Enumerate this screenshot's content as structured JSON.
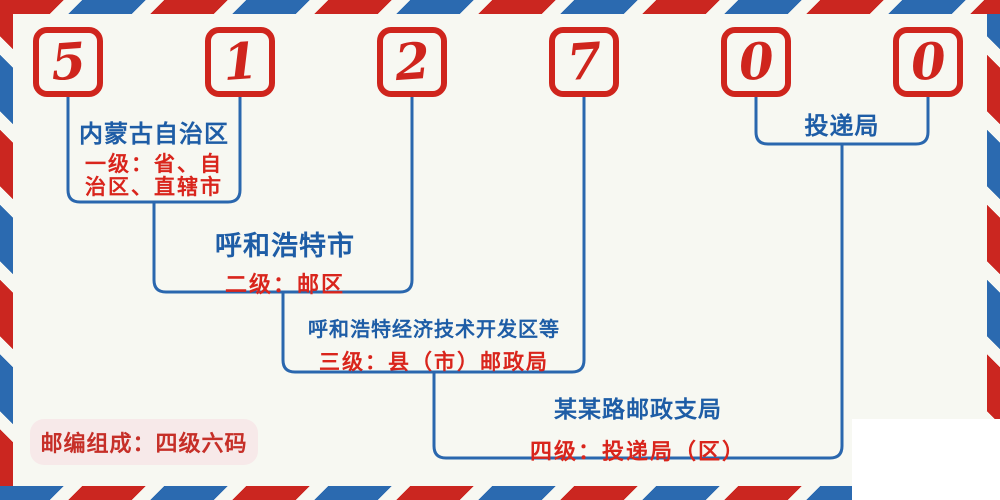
{
  "postal_code": {
    "digits": [
      "5",
      "1",
      "2",
      "7",
      "0",
      "0"
    ]
  },
  "levels": [
    {
      "name": "内蒙古自治区",
      "desc": "一级：省、自\n治区、直辖市"
    },
    {
      "name": "呼和浩特市",
      "desc": "二级：邮区"
    },
    {
      "name": "呼和浩特经济技术开发区等",
      "desc": "三级：县（市）邮政局"
    },
    {
      "name": "某某路邮政支局",
      "desc": "四级：投递局（区）"
    }
  ],
  "delivery_office": {
    "label": "投递局"
  },
  "footnote": {
    "text": "邮编组成：四级六码"
  },
  "colors": {
    "stripe_red": "#cb2620",
    "stripe_blue": "#2b6ab0",
    "digit_red": "#cf251d",
    "line_blue": "#2a67ae",
    "name_blue": "#1e5da6",
    "desc_red": "#d9251c",
    "badge_bg": "#f7e9e9",
    "badge_text": "#c62f28",
    "page_bg": "#f7f8f2"
  }
}
